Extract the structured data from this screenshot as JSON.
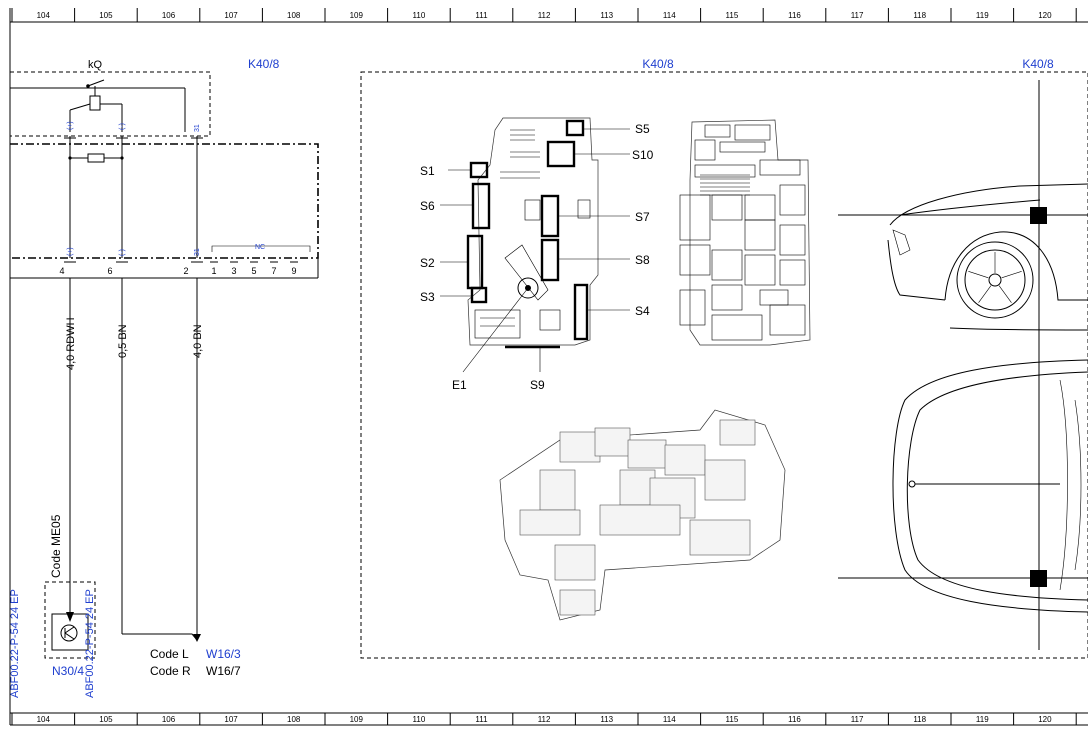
{
  "grid": {
    "columns": [
      "104",
      "105",
      "106",
      "107",
      "108",
      "109",
      "110",
      "111",
      "112",
      "113",
      "114",
      "115",
      "116",
      "117",
      "118",
      "119",
      "120"
    ]
  },
  "relay": {
    "label": "kQ"
  },
  "component_refs": {
    "left": "K40/8",
    "center": "K40/8",
    "right": "K40/8"
  },
  "relay_pins": {
    "plus": "(+)",
    "minus": "(-)",
    "pin31": "31"
  },
  "connector_pins": {
    "plus": "(+)",
    "minus": "(-)",
    "pin31": "31",
    "nc": "NC",
    "numbers": [
      "4",
      "6",
      "2",
      "1",
      "3",
      "5",
      "7",
      "9"
    ]
  },
  "wires": {
    "w1": "4,0 RDWH",
    "w2": "0,5 BN",
    "w3": "4,0 BN"
  },
  "code_me05": "Code ME05",
  "sensor": {
    "ref": "N30/4",
    "doc_left": "ABF00.22-P-54 24 EP",
    "doc_right": "ABF00.22-P-54 24 EP"
  },
  "codes": [
    {
      "label": "Code L",
      "ref": "W16/3"
    },
    {
      "label": "Code R",
      "ref": "W16/7"
    }
  ],
  "fusebox_labels": {
    "S1": "S1",
    "S2": "S2",
    "S3": "S3",
    "S4": "S4",
    "S5": "S5",
    "S6": "S6",
    "S7": "S7",
    "S8": "S8",
    "S9": "S9",
    "S10": "S10",
    "E1": "E1"
  },
  "colors": {
    "ink": "#000000",
    "ref_blue": "#1f3fcf",
    "marker": "#000000"
  }
}
